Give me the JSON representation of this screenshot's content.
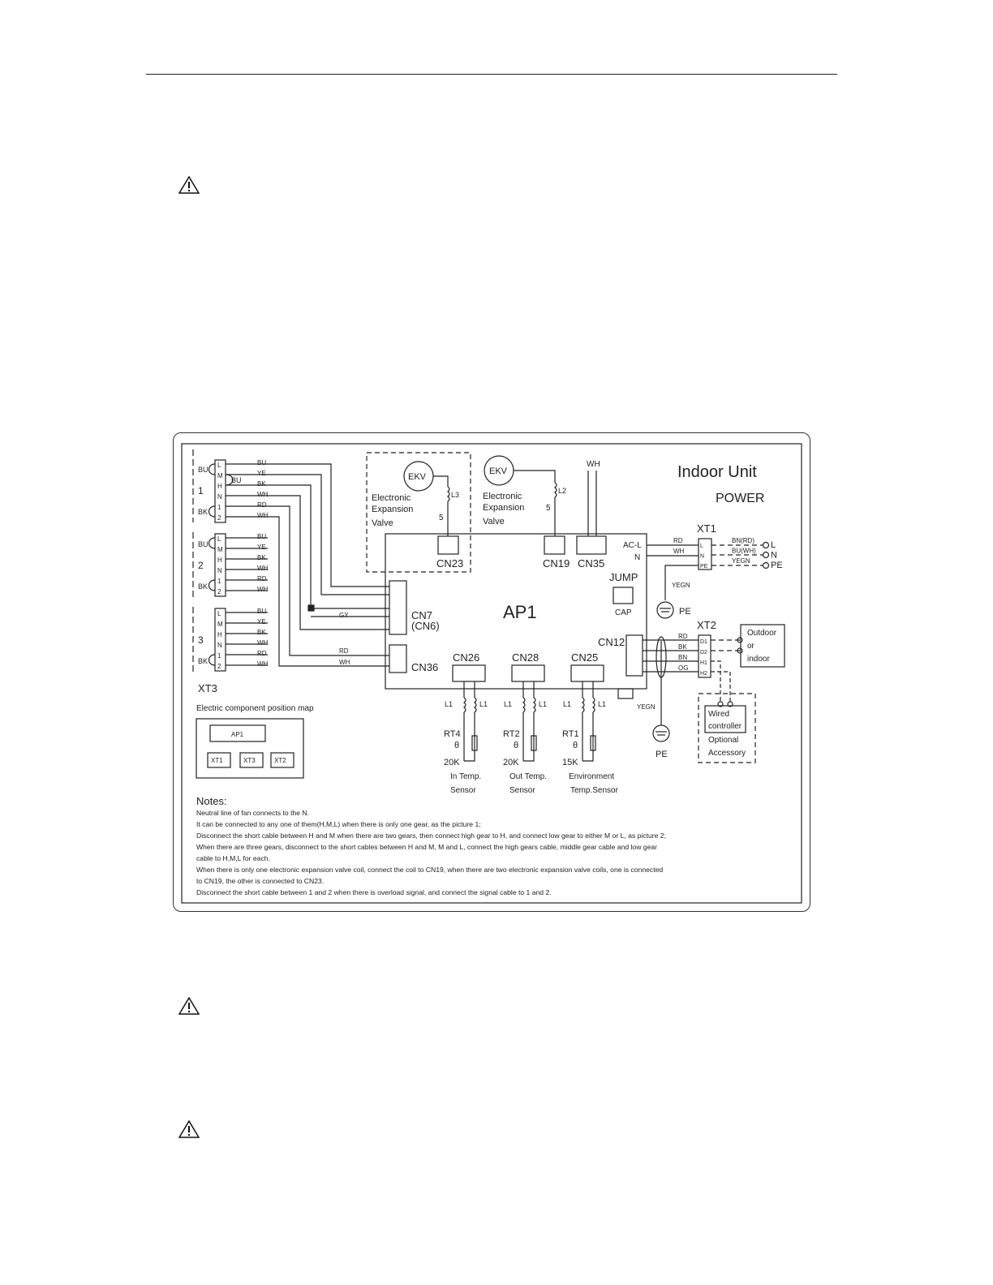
{
  "diagram": {
    "title": "Indoor Unit",
    "power_label": "POWER",
    "terminal_blocks": {
      "xt1": "XT1",
      "xt2": "XT2",
      "xt3": "XT3",
      "ap1": "AP1"
    },
    "xt3_groups": [
      {
        "num": "1",
        "pins": [
          "L",
          "M",
          "H",
          "N",
          "1",
          "2"
        ],
        "wires": [
          "BU",
          "YE",
          "BK",
          "WH",
          "RD",
          "WH"
        ]
      },
      {
        "num": "2",
        "pins": [
          "L",
          "M",
          "H",
          "N",
          "1",
          "2"
        ],
        "wires": [
          "BU",
          "YE",
          "BK",
          "WH",
          "RD",
          "WH"
        ]
      },
      {
        "num": "3",
        "pins": [
          "L",
          "M",
          "H",
          "N",
          "1",
          "2"
        ],
        "wires": [
          "BU",
          "YE",
          "BK",
          "WH",
          "RD",
          "WH"
        ]
      }
    ],
    "loop_labels": {
      "bu": "BU",
      "bk": "BK",
      "bu_jumper": "BU"
    },
    "ekv1": {
      "circle": "EKV",
      "coil": "L3",
      "pin": "5",
      "label1": "Electronic",
      "label2": "Expansion",
      "label3": "Valve"
    },
    "ekv2": {
      "circle": "EKV",
      "coil": "L2",
      "pin": "5",
      "label1": "Electronic",
      "label2": "Expansion",
      "label3": "Valve"
    },
    "connectors": {
      "cn23": "CN23",
      "cn19": "CN19",
      "cn35": "CN35",
      "cn35_wire": "WH",
      "cn7": "CN7",
      "cn6": "(CN6)",
      "cn36": "CN36",
      "cn26": "CN26",
      "cn28": "CN28",
      "cn25": "CN25",
      "cn12": "CN12",
      "jump": "JUMP",
      "cap": "CAP",
      "acl": "AC-L",
      "n": "N"
    },
    "wire_labels": {
      "gy": "GY",
      "rd": "RD",
      "wh": "WH",
      "xt1_rd": "RD",
      "xt1_wh": "WH",
      "yegn": "YEGN",
      "pe": "PE",
      "xt1_pins": [
        "L",
        "N",
        "PE"
      ],
      "xt1_out": [
        "BN(RD)",
        "BU(WH)",
        "YEGN"
      ],
      "xt1_term": [
        "L",
        "N",
        "PE"
      ],
      "xt2_pins": [
        "D1",
        "D2",
        "H1",
        "H2"
      ],
      "xt2_wires": [
        "RD",
        "BK",
        "BN",
        "OG"
      ],
      "yegn2": "YEGN",
      "pe2": "PE"
    },
    "outdoor": {
      "line1": "Outdoor",
      "line2": "or",
      "line3": "indoor"
    },
    "wired": {
      "line1": "Wired",
      "line2": "controller",
      "opt1": "Optional",
      "opt2": "Accessory"
    },
    "sensors": [
      {
        "rt": "RT4",
        "value": "20K",
        "coil": "L1",
        "label1": "In Temp.",
        "label2": "Sensor"
      },
      {
        "rt": "RT2",
        "value": "20K",
        "coil": "L1",
        "label1": "Out Temp.",
        "label2": "Sensor"
      },
      {
        "rt": "RT1",
        "value": "15K",
        "coil": "L1",
        "label1": "Environment",
        "label2": "Temp.Sensor"
      }
    ],
    "theta": "θ",
    "position_map": {
      "title": "Electric component position map",
      "ap1": "AP1",
      "xt1": "XT1",
      "xt3": "XT3",
      "xt2": "XT2"
    },
    "notes": {
      "title": "Notes:",
      "lines": [
        "Neutral line of fan connects to the N.",
        "It can be connected to any one of them(H,M,L) when there is only one gear, as the picture 1;",
        "Disconnect the short cable between H and M when there are two gears, then connect high gear to H, and connect low gear to either M or L, as picture 2;",
        "When there are three gears, disconnect to the short cables between H and M, M and L, connect the high gears cable, middle gear cable and low gear",
        "cable to H,M,L for each.",
        "When there is only one electronic expansion valve coil, connect the coil to CN19, when there are two electronic expansion valve coils, one is connected",
        "to CN19, the other is connected to CN23.",
        "Disconnect the short cable between 1 and 2 when there is overload signal, and connect the signal cable to 1 and 2."
      ]
    }
  }
}
